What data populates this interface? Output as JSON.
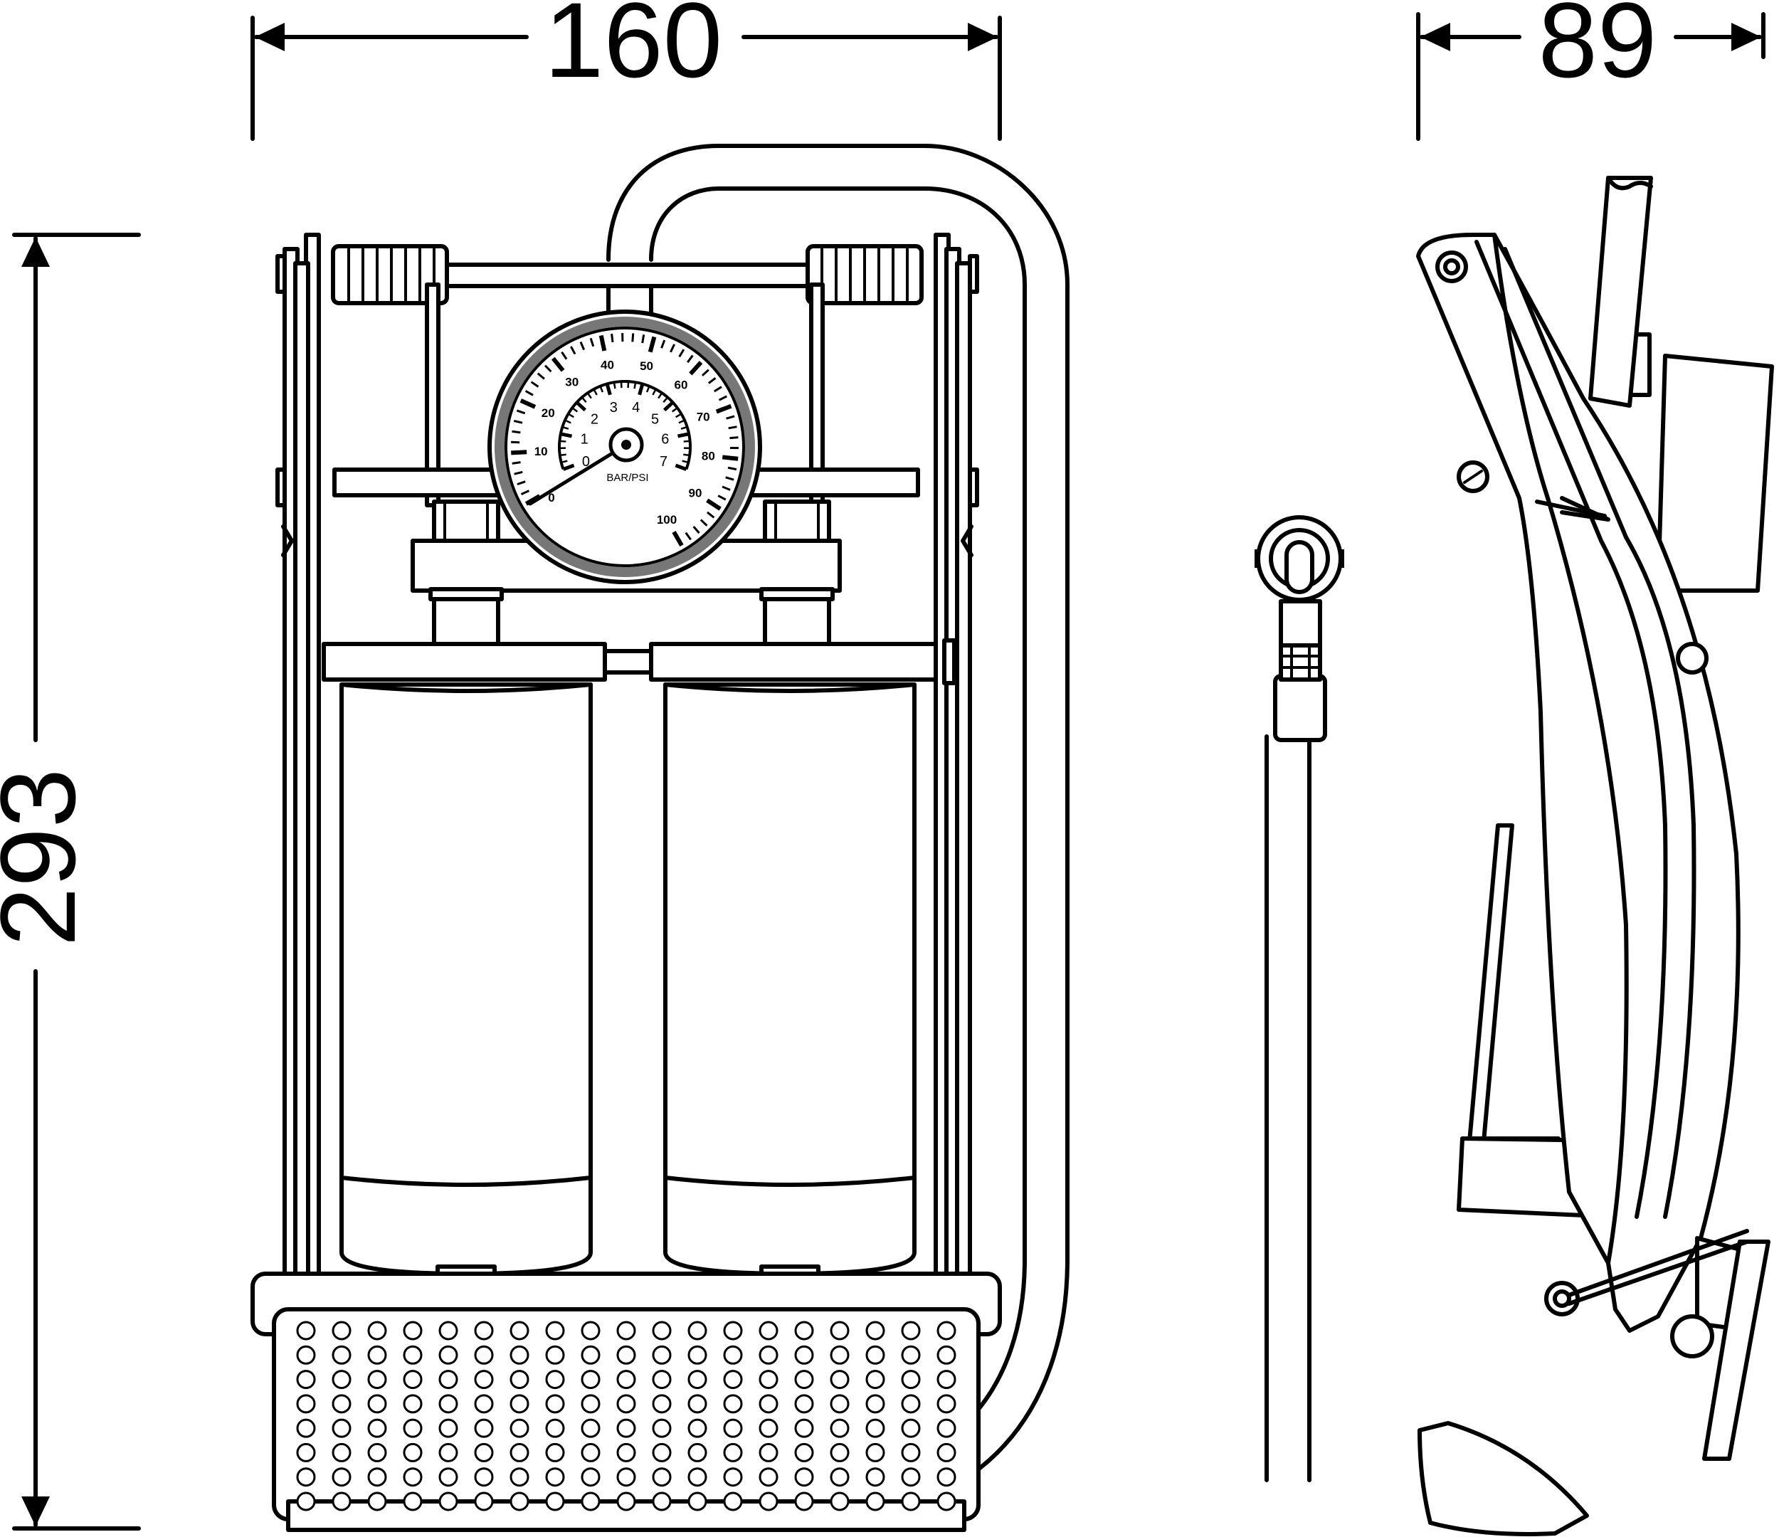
{
  "dimensions": {
    "width": "160",
    "depth": "89",
    "height": "293"
  },
  "gauge": {
    "unit_label": "BAR/PSI",
    "psi_labels": [
      "10",
      "20",
      "30",
      "40",
      "50",
      "60",
      "70",
      "80",
      "90",
      "100"
    ],
    "bar_labels": [
      "0",
      "1",
      "2",
      "3",
      "4",
      "5",
      "6",
      "7"
    ],
    "outer_zero": "0"
  }
}
